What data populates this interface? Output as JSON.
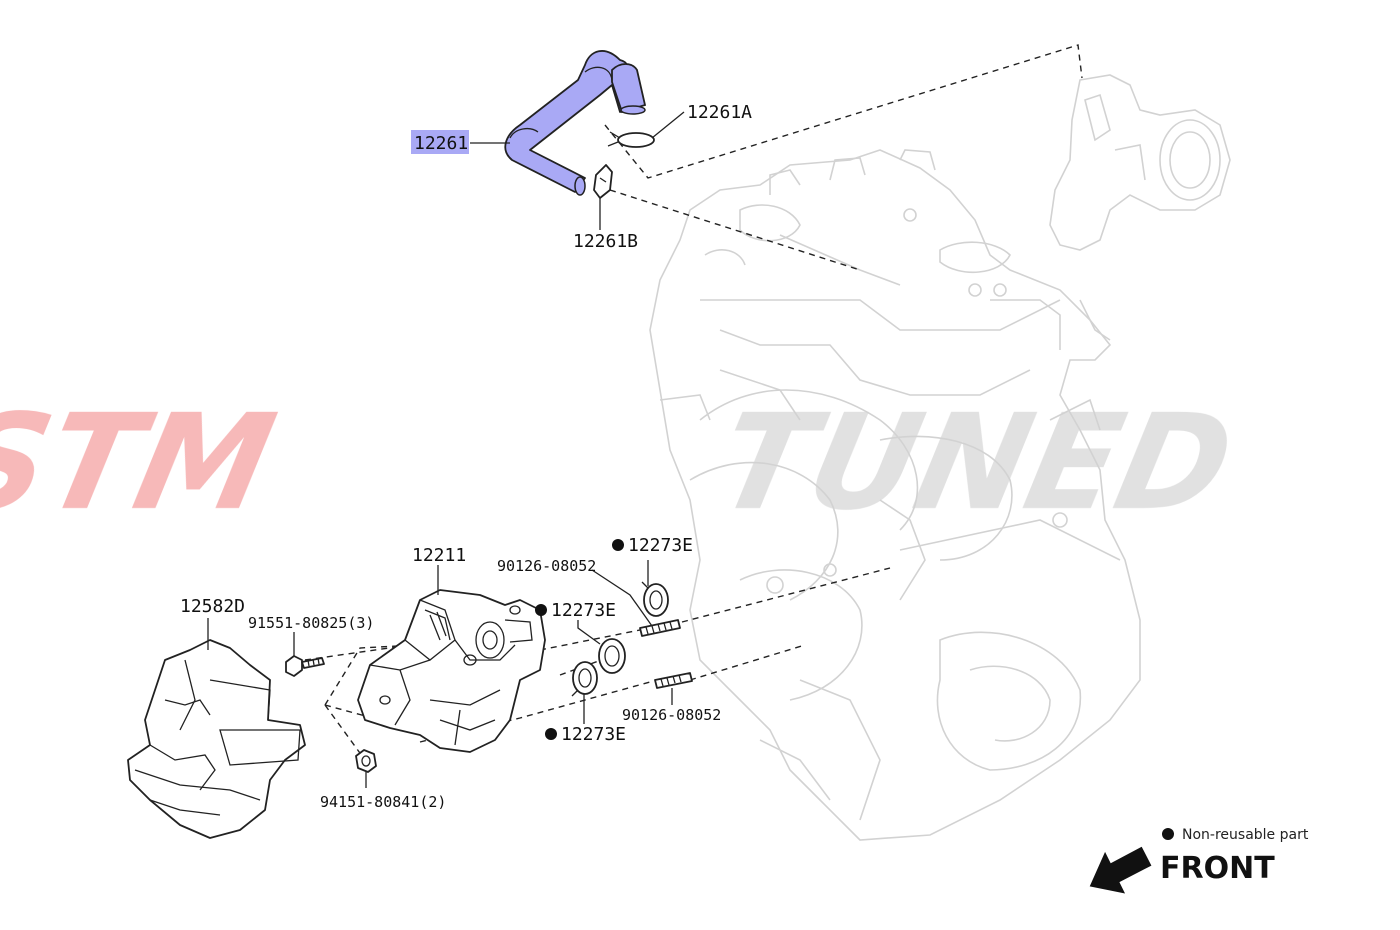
{
  "watermark": {
    "left_word": "STM",
    "right_word": "TUNED",
    "left_color": "#f08080",
    "right_color": "#c8c8c8"
  },
  "highlight_color": "#a9a9f5",
  "labels": {
    "hose": "12261",
    "clamp_a": "12261A",
    "clip_b": "12261B",
    "egr_valve": "12211",
    "heat_insulator": "12582D",
    "bolt": "91551-80825(3)",
    "nut": "94151-80841(2)",
    "stud_top": "90126-08052",
    "stud_bottom": "90126-08052",
    "gasket_top": "12273E",
    "gasket_mid": "12273E",
    "gasket_bottom": "12273E"
  },
  "legend": {
    "non_reusable": "Non-reusable part"
  },
  "front": {
    "label": "FRONT"
  }
}
